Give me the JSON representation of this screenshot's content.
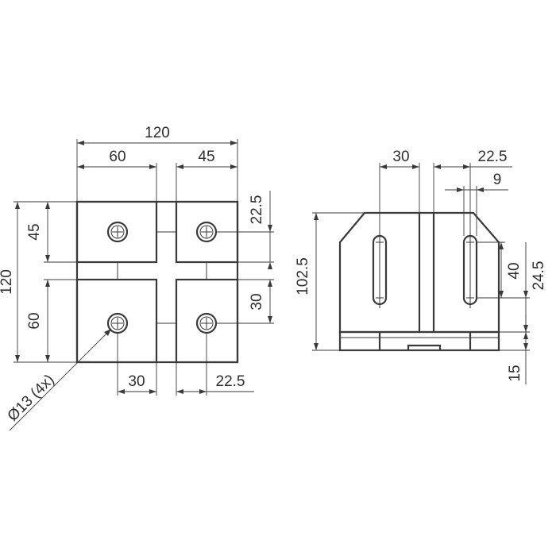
{
  "colors": {
    "line": "#3a3a3a",
    "text": "#2e2e2e",
    "background": "#ffffff"
  },
  "front_view": {
    "overall_width": "120",
    "left_hole_offset": "60",
    "right_hole_offset": "45",
    "right_edge_top": "22.5",
    "overall_height": "120",
    "top_hole_offset": "45",
    "bottom_hole_offset": "60",
    "right_edge_bottom": "30",
    "bottom_left": "30",
    "bottom_right": "22.5",
    "hole_callout": "Ø13 (4x)"
  },
  "side_view": {
    "slot_spacing": "30",
    "edge_offset": "22.5",
    "slot_width": "9",
    "overall_height": "102.5",
    "slot_length": "40",
    "slot_bottom": "24.5",
    "base_height": "15"
  }
}
